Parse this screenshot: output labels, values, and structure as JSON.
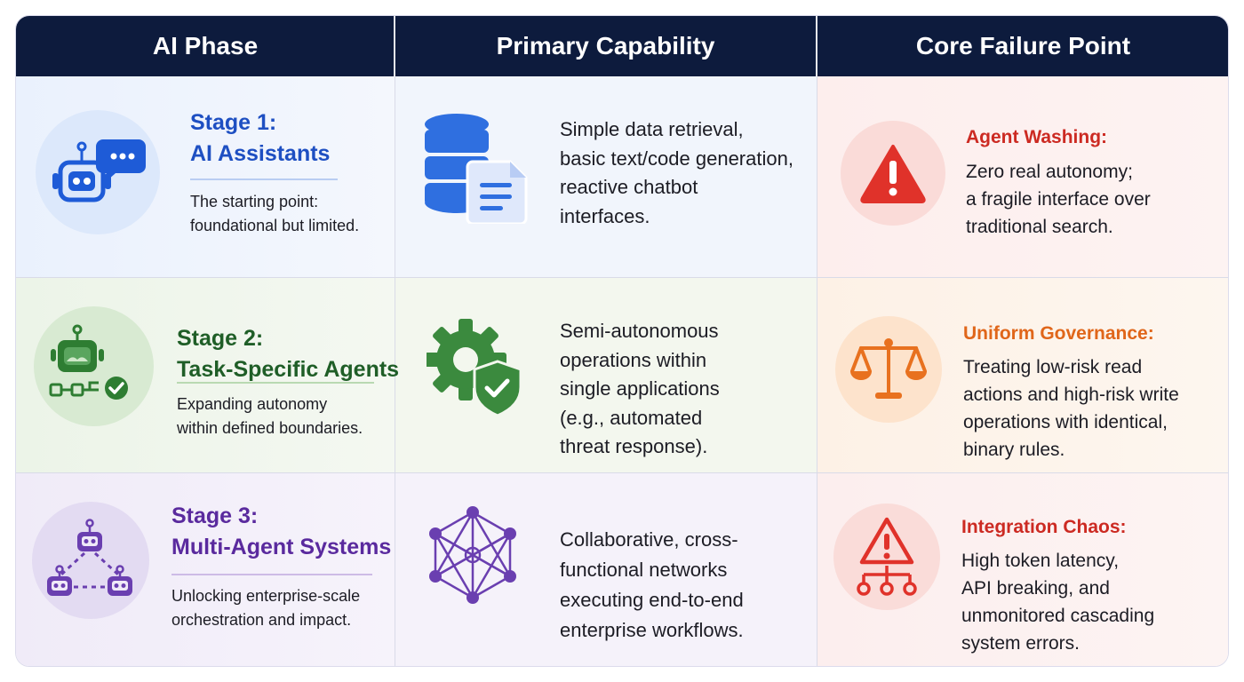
{
  "headers": {
    "phase": "AI Phase",
    "capability": "Primary Capability",
    "failure": "Core Failure Point"
  },
  "rows": [
    {
      "stage_line1": "Stage 1:",
      "stage_line2": "AI Assistants",
      "desc_line1": "The starting point:",
      "desc_line2": "foundational but limited.",
      "phase_icon": "robot-chat-icon",
      "capability_icon": "database-document-icon",
      "capability_lines": [
        "Simple data retrieval,",
        "basic text/code generation,",
        "reactive chatbot",
        "interfaces."
      ],
      "failure_icon": "warning-triangle-icon",
      "failure_title": "Agent Washing:",
      "failure_lines": [
        "Zero real autonomy;",
        "a fragile interface over",
        "traditional search."
      ]
    },
    {
      "stage_line1": "Stage 2:",
      "stage_line2": "Task-Specific Agents",
      "desc_line1": "Expanding autonomy",
      "desc_line2": "within defined boundaries.",
      "phase_icon": "robot-workflow-check-icon",
      "capability_icon": "gear-shield-check-icon",
      "capability_lines": [
        "Semi-autonomous",
        "operations within",
        "single applications",
        "(e.g., automated",
        "threat response)."
      ],
      "failure_icon": "balance-scale-icon",
      "failure_title": "Uniform Governance:",
      "failure_lines": [
        "Treating low-risk read",
        "actions and high-risk write",
        "operations with identical,",
        "binary rules."
      ]
    },
    {
      "stage_line1": "Stage 3:",
      "stage_line2": "Multi-Agent Systems",
      "desc_line1": "Unlocking enterprise-scale",
      "desc_line2": "orchestration and impact.",
      "phase_icon": "multi-robot-network-icon",
      "capability_icon": "network-mesh-icon",
      "capability_lines": [
        "Collaborative, cross-",
        "functional networks",
        "executing end-to-end",
        "enterprise workflows."
      ],
      "failure_icon": "warning-hierarchy-icon",
      "failure_title": "Integration Chaos:",
      "failure_lines": [
        "High token latency,",
        "API breaking, and",
        "unmonitored cascading",
        "system errors."
      ]
    }
  ],
  "colors": {
    "header_bg": "#0d1b3d",
    "stage1": "#1e4fc2",
    "stage2": "#1f5e27",
    "stage3": "#5a2a9e",
    "failure_red": "#cc2a22",
    "failure_orange": "#e0661a"
  }
}
